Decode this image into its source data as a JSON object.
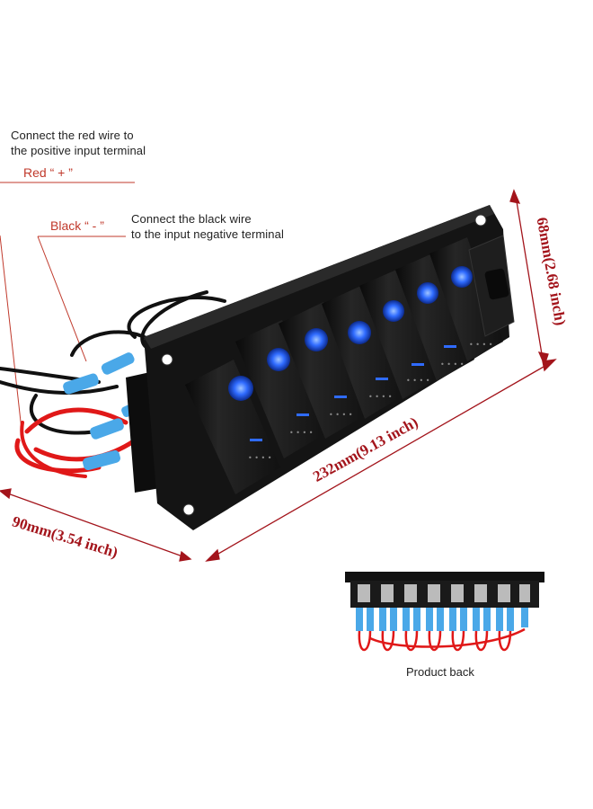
{
  "annotations": {
    "red_note_line1": "Connect the red wire to",
    "red_note_line2": "the positive input terminal",
    "red_label": "Red “ + ”",
    "black_label": "Black “ - ”",
    "black_note_line1": "Connect the black wire",
    "black_note_line2": "to the input negative terminal"
  },
  "dimensions": {
    "height": "68mm(2.68 inch)",
    "length": "232mm(9.13 inch)",
    "depth": "90mm(3.54 inch)"
  },
  "inset": {
    "caption": "Product back"
  },
  "colors": {
    "panel": "#141414",
    "switch": "#1c1c1c",
    "led_blue": "#2f6bff",
    "dimension_red": "#a3141b",
    "wire_red": "#e01818",
    "terminal_blue": "#4aa8e8"
  },
  "product": {
    "switch_count": 7,
    "socket": "charger-socket"
  }
}
